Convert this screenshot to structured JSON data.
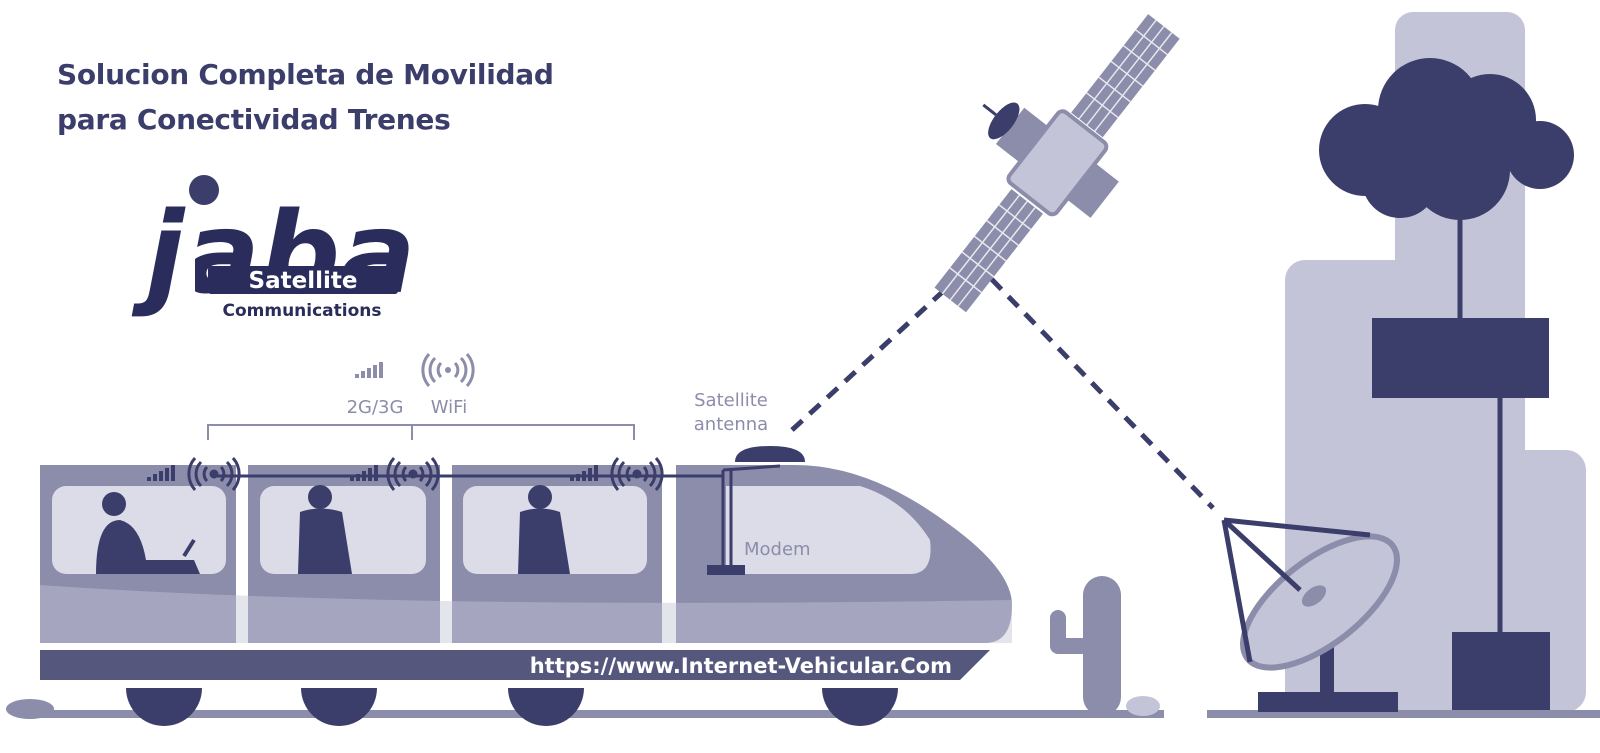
{
  "headline": {
    "line1": "Solucion Completa de Movilidad",
    "line2": "para Conectividad Trenes"
  },
  "logo": {
    "word": "jaba",
    "tagline": "Satellite",
    "subline": "Communications"
  },
  "labels": {
    "cellular": "2G/3G",
    "wifi": "WiFi",
    "antenna_line1": "Satellite",
    "antenna_line2": "antenna",
    "modem": "Modem"
  },
  "train_banner": "https://www.Internet-Vehicular.Com",
  "icons": [
    "satellite-icon",
    "cloud-icon",
    "signal-bars-icon",
    "wifi-waves-icon",
    "satellite-dish-icon",
    "cactus-icon",
    "person-icon"
  ],
  "colors": {
    "dark": "#3b3d6a",
    "mid": "#8c8cab",
    "light": "#c4c4d8",
    "pale": "#dcdce8"
  }
}
